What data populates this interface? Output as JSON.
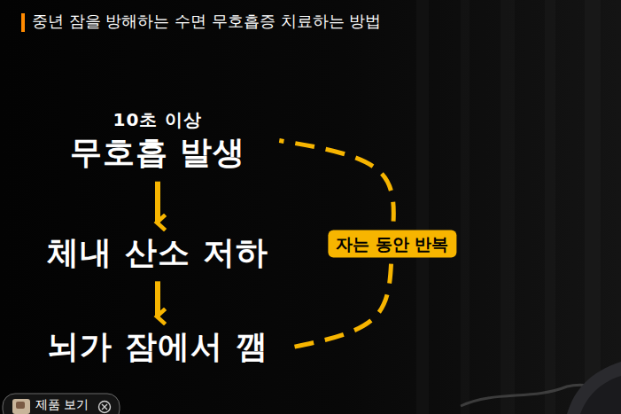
{
  "diagram": {
    "title": "중년 잠을 방해하는 수면 무호흡증 치료하는 방법",
    "nodes": [
      {
        "text": [
          "10초 이상",
          "무호흡 발생"
        ]
      },
      {
        "text": [
          "체내 산소 저하"
        ]
      },
      {
        "text": [
          "뇌가 잠에서 깸"
        ]
      }
    ],
    "edges": [
      {
        "from": 0,
        "to": 1,
        "arrow": "to"
      },
      {
        "from": 1,
        "to": 2,
        "arrow": "to"
      },
      {
        "from": 2,
        "to": 0,
        "arrow": "none",
        "label": "자는 동안 반복"
      }
    ],
    "labels": [
      "제품 보기"
    ]
  }
}
